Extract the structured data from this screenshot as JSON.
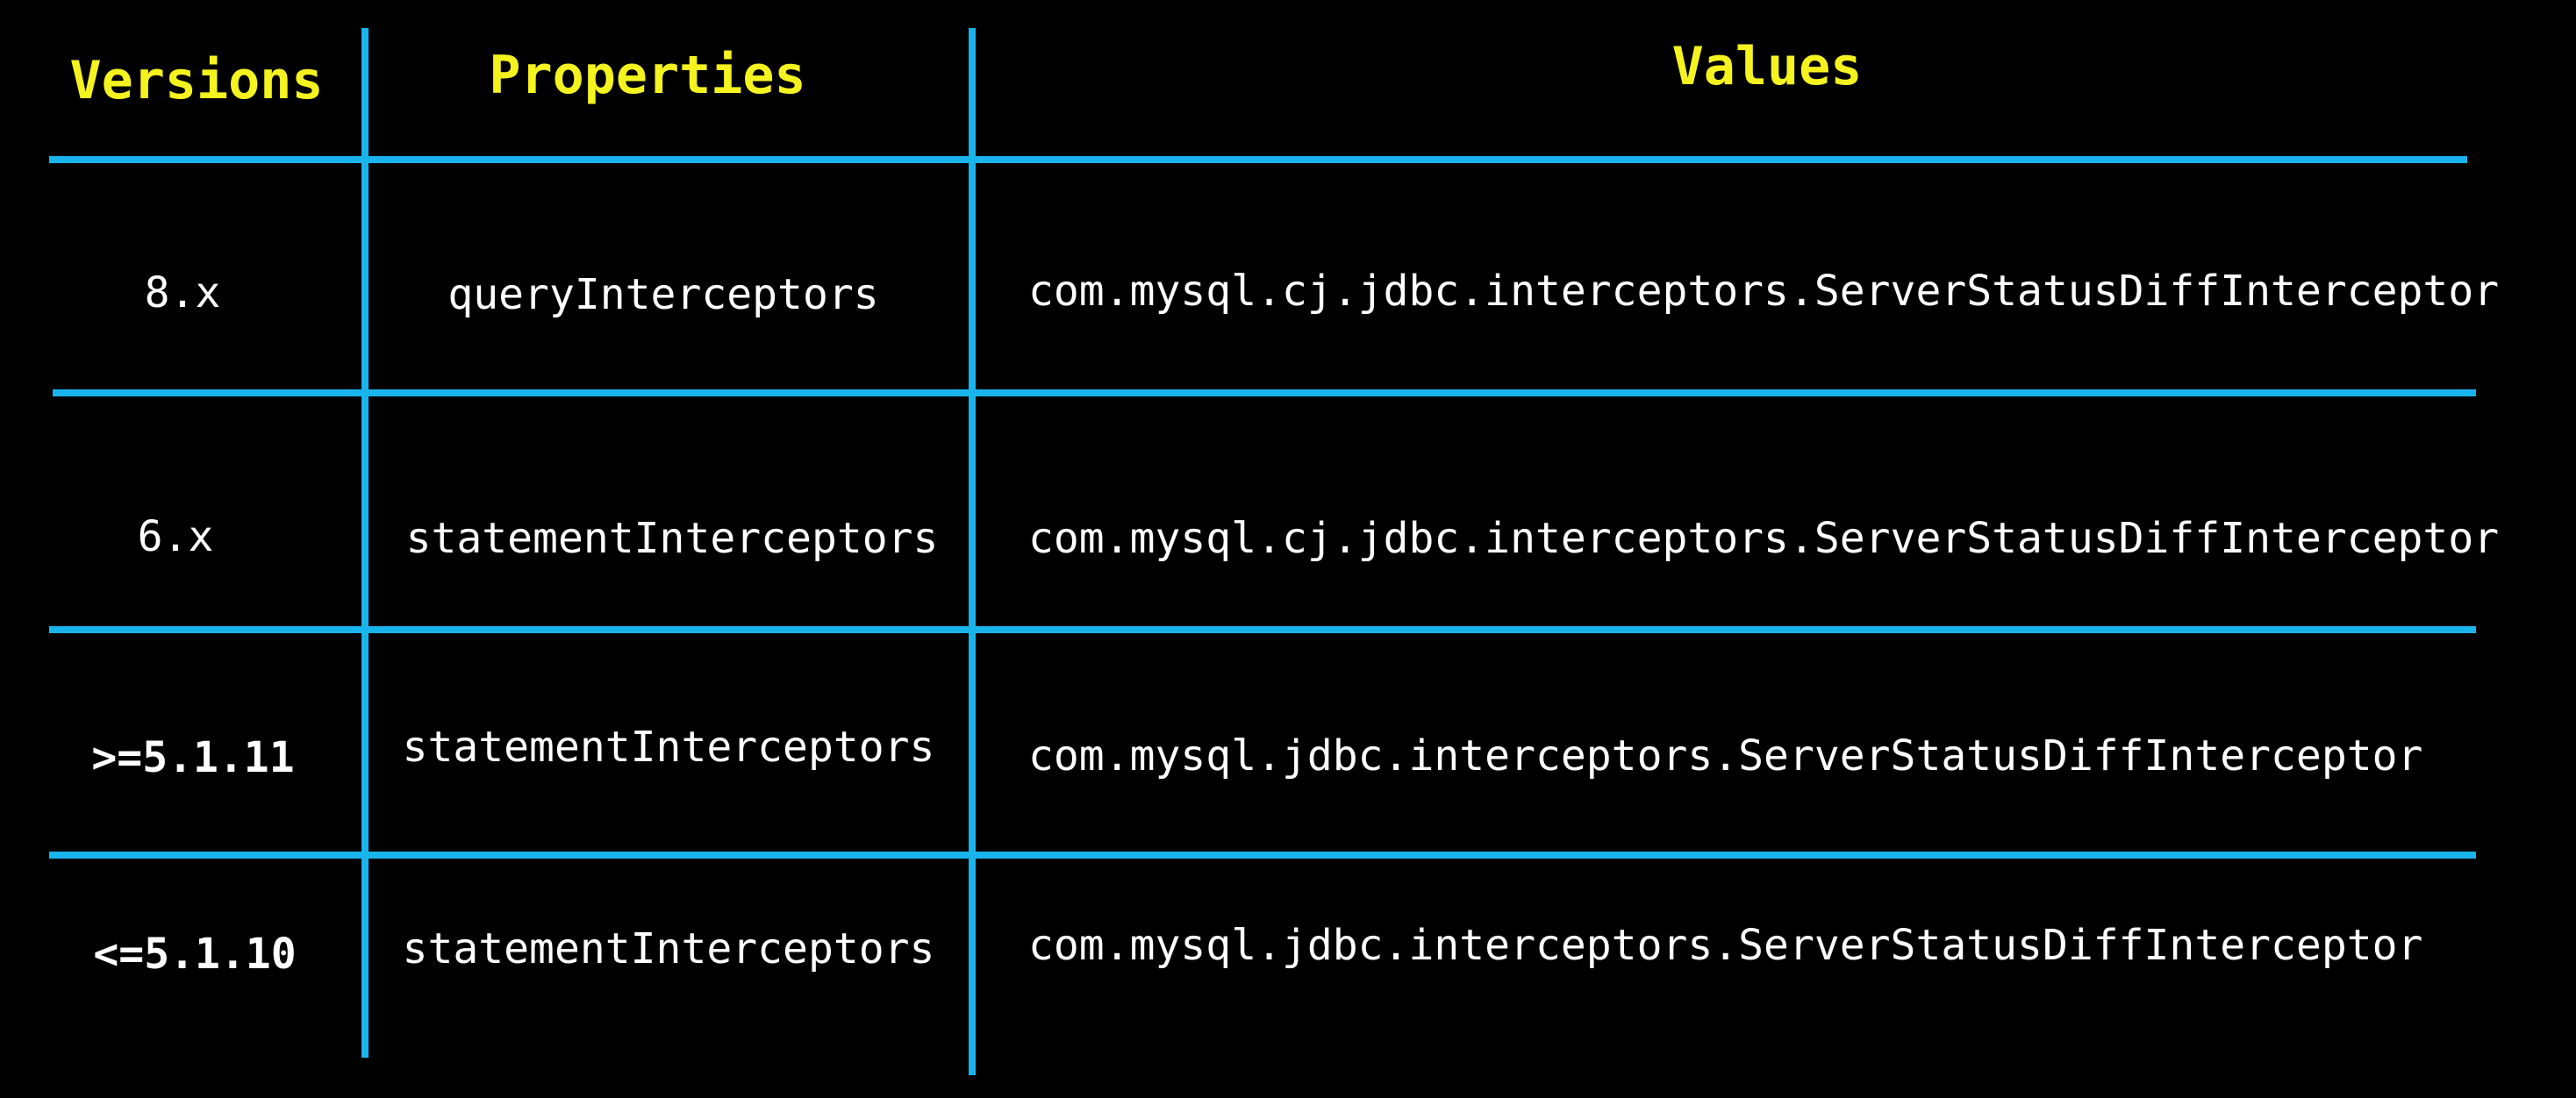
{
  "table": {
    "headers": {
      "versions": "Versions",
      "properties": "Properties",
      "values": "Values"
    },
    "rows": [
      {
        "version": "8.x",
        "property": "queryInterceptors",
        "value": "com.mysql.cj.jdbc.interceptors.ServerStatusDiffInterceptor"
      },
      {
        "version": "6.x",
        "property": "statementInterceptors",
        "value": "com.mysql.cj.jdbc.interceptors.ServerStatusDiffInterceptor"
      },
      {
        "version": ">=5.1.11",
        "property": "statementInterceptors",
        "value": "com.mysql.jdbc.interceptors.ServerStatusDiffInterceptor"
      },
      {
        "version": "<=5.1.10",
        "property": "statementInterceptors",
        "value": "com.mysql.jdbc.interceptors.ServerStatusDiffInterceptor"
      }
    ]
  },
  "colors": {
    "background": "#000000",
    "grid_lines": "#1ab4ec",
    "header_text": "#f5f31f",
    "cell_text": "#ffffff"
  }
}
